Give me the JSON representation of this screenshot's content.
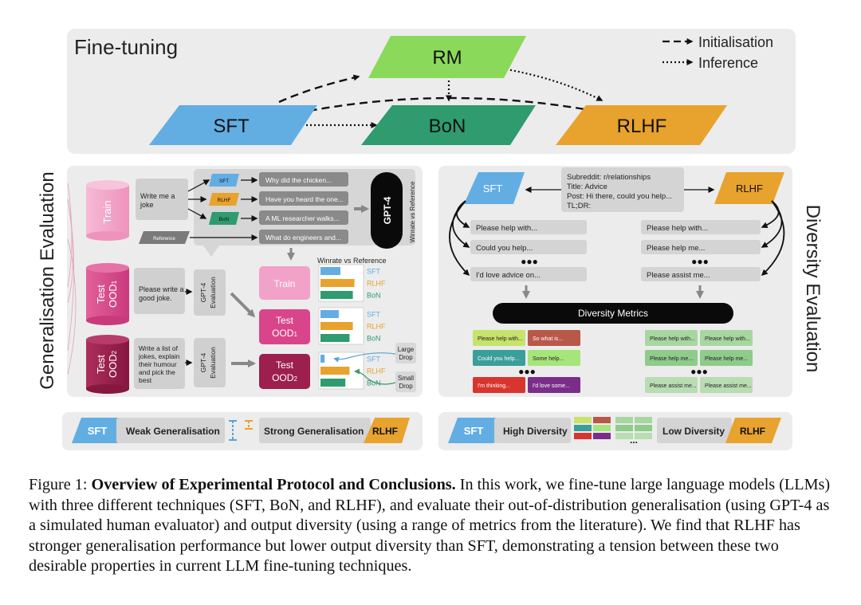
{
  "finetune": {
    "title": "Fine-tuning",
    "legend_init": "Initialisation",
    "legend_inf": "Inference",
    "rm": "RM",
    "sft": "SFT",
    "bon": "BoN",
    "rlhf": "RLHF"
  },
  "gen": {
    "side_label": "Generalisation Evaluation",
    "train_db": "Train",
    "ood1_db_a": "Test",
    "ood1_db_b": "OOD",
    "ood1_db_sub": "1",
    "ood2_db_a": "Test",
    "ood2_db_b": "OOD",
    "ood2_db_sub": "2",
    "prompt_train_1": "Write me a",
    "prompt_train_2": "joke",
    "prompt_ood1_1": "Please write a",
    "prompt_ood1_2": "good joke.",
    "prompt_ood2_1": "Write a list of",
    "prompt_ood2_2": "jokes, explain",
    "prompt_ood2_3": "their humour",
    "prompt_ood2_4": "and pick the",
    "prompt_ood2_5": "best",
    "mini_sft": "SFT",
    "mini_rlhf": "RLHF",
    "mini_bon": "BoN",
    "mini_ref": "Reference",
    "out_1": "Why did the chicken...",
    "out_2": "Have you heard the one...",
    "out_3": "A ML researcher walks...",
    "out_4": "What do engineers and...",
    "gpt4": "GPT-4",
    "winrate_vertical": "Winrate vs Reference",
    "gpt4_eval_a": "GPT-4",
    "gpt4_eval_b": "Evaluation",
    "winrate_header": "Winrate vs Reference",
    "res_train": "Train",
    "res_ood1_a": "Test",
    "res_ood1_b": "OOD",
    "res_ood1_sub": "1",
    "res_ood2_a": "Test",
    "res_ood2_b": "OOD",
    "res_ood2_sub": "2",
    "bar_sft": "SFT",
    "bar_rlhf": "RLHF",
    "bar_bon": "BoN",
    "large_drop_a": "Large",
    "large_drop_b": "Drop",
    "small_drop_a": "Small",
    "small_drop_b": "Drop"
  },
  "div": {
    "side_label": "Diversity Evaluation",
    "sft": "SFT",
    "rlhf": "RLHF",
    "post_1": "Subreddit: r/relationships",
    "post_2": "Title: Advice",
    "post_3": "Post: Hi there, could you help...",
    "post_4": "TL;DR:",
    "l1": "Please help with...",
    "l2": "Could you help...",
    "l3": "I'd love advice on...",
    "r1": "Please help with...",
    "r2": "Please help me...",
    "r3": "Please assist me...",
    "dots": "●●●",
    "metrics": "Diversity Metrics",
    "g_l1a": "Please help with...",
    "g_l1b": "So what is...",
    "g_l2a": "Could you help...",
    "g_l2b": "Some help...",
    "g_l3a": "I'm thinking...",
    "g_l3b": "I'd love some...",
    "g_r1a": "Please help with...",
    "g_r1b": "Please help with...",
    "g_r2a": "Please help me...",
    "g_r2b": "Please help me...",
    "g_r3a": "Please assist me...",
    "g_r3b": "Please assist me..."
  },
  "conclusion": {
    "sft": "SFT",
    "weak": "Weak Generalisation",
    "strong": "Strong Generalisation",
    "rlhf": "RLHF",
    "sft2": "SFT",
    "high_div": "High Diversity",
    "low_div": "Low Diversity",
    "rlhf2": "RLHF",
    "ellipsis": "..."
  },
  "caption": {
    "label": "Figure 1: ",
    "title": "Overview of Experimental Protocol and Conclusions.",
    "body": " In this work, we fine-tune large language models (LLMs) with three different techniques (SFT, BoN, and RLHF), and evaluate their out-of-distribution generalisation (using GPT-4 as a simulated human evaluator) and output diversity (using a range of metrics from the literature). We find that RLHF has stronger generalisation performance but lower output diversity than SFT, demonstrating a tension between these two desirable properties in current LLM fine-tuning techniques."
  },
  "colors": {
    "sft": "#62aee3",
    "rm": "#8bd95a",
    "bon": "#2f9b6f",
    "rlhf": "#e8a22e",
    "train_pink": "#f2a2c8",
    "ood1_pink": "#d9458a",
    "ood2_maroon": "#9c1f4d",
    "panel_gray": "#ececec"
  },
  "chart_data": {
    "type": "bar",
    "title": "Winrate vs Reference",
    "categories": [
      "SFT",
      "RLHF",
      "BoN"
    ],
    "series": [
      {
        "name": "Train",
        "values": [
          0.48,
          0.82,
          0.78
        ]
      },
      {
        "name": "Test OOD1",
        "values": [
          0.44,
          0.78,
          0.7
        ]
      },
      {
        "name": "Test OOD2",
        "values": [
          0.1,
          0.7,
          0.6
        ]
      }
    ]
  }
}
